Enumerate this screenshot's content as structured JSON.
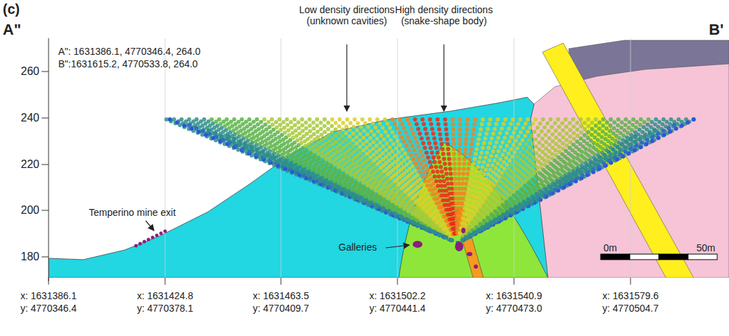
{
  "diagram": {
    "labels": [
      "(c)",
      "A\"",
      "B'",
      "A\": 1631386.1, 4770346.4, 264.0",
      "B\":1631615.2, 4770533.8, 264.0",
      "Low density directions (unknown cavities)",
      "High density directions (snake-shape body)",
      "260",
      "240",
      "220",
      "200",
      "180",
      "Temperino mine exit",
      "Galleries",
      "0m",
      "50m",
      "x: 1631386.1",
      "y: 4770346.4",
      "x: 1631424.8",
      "y: 4770378.1",
      "x: 1631463.5",
      "y: 4770409.7",
      "x: 1631502.2",
      "y: 4770441.4",
      "x: 1631540.9",
      "y: 4770473.0",
      "x: 1631579.6",
      "y: 4770504.7"
    ]
  }
}
